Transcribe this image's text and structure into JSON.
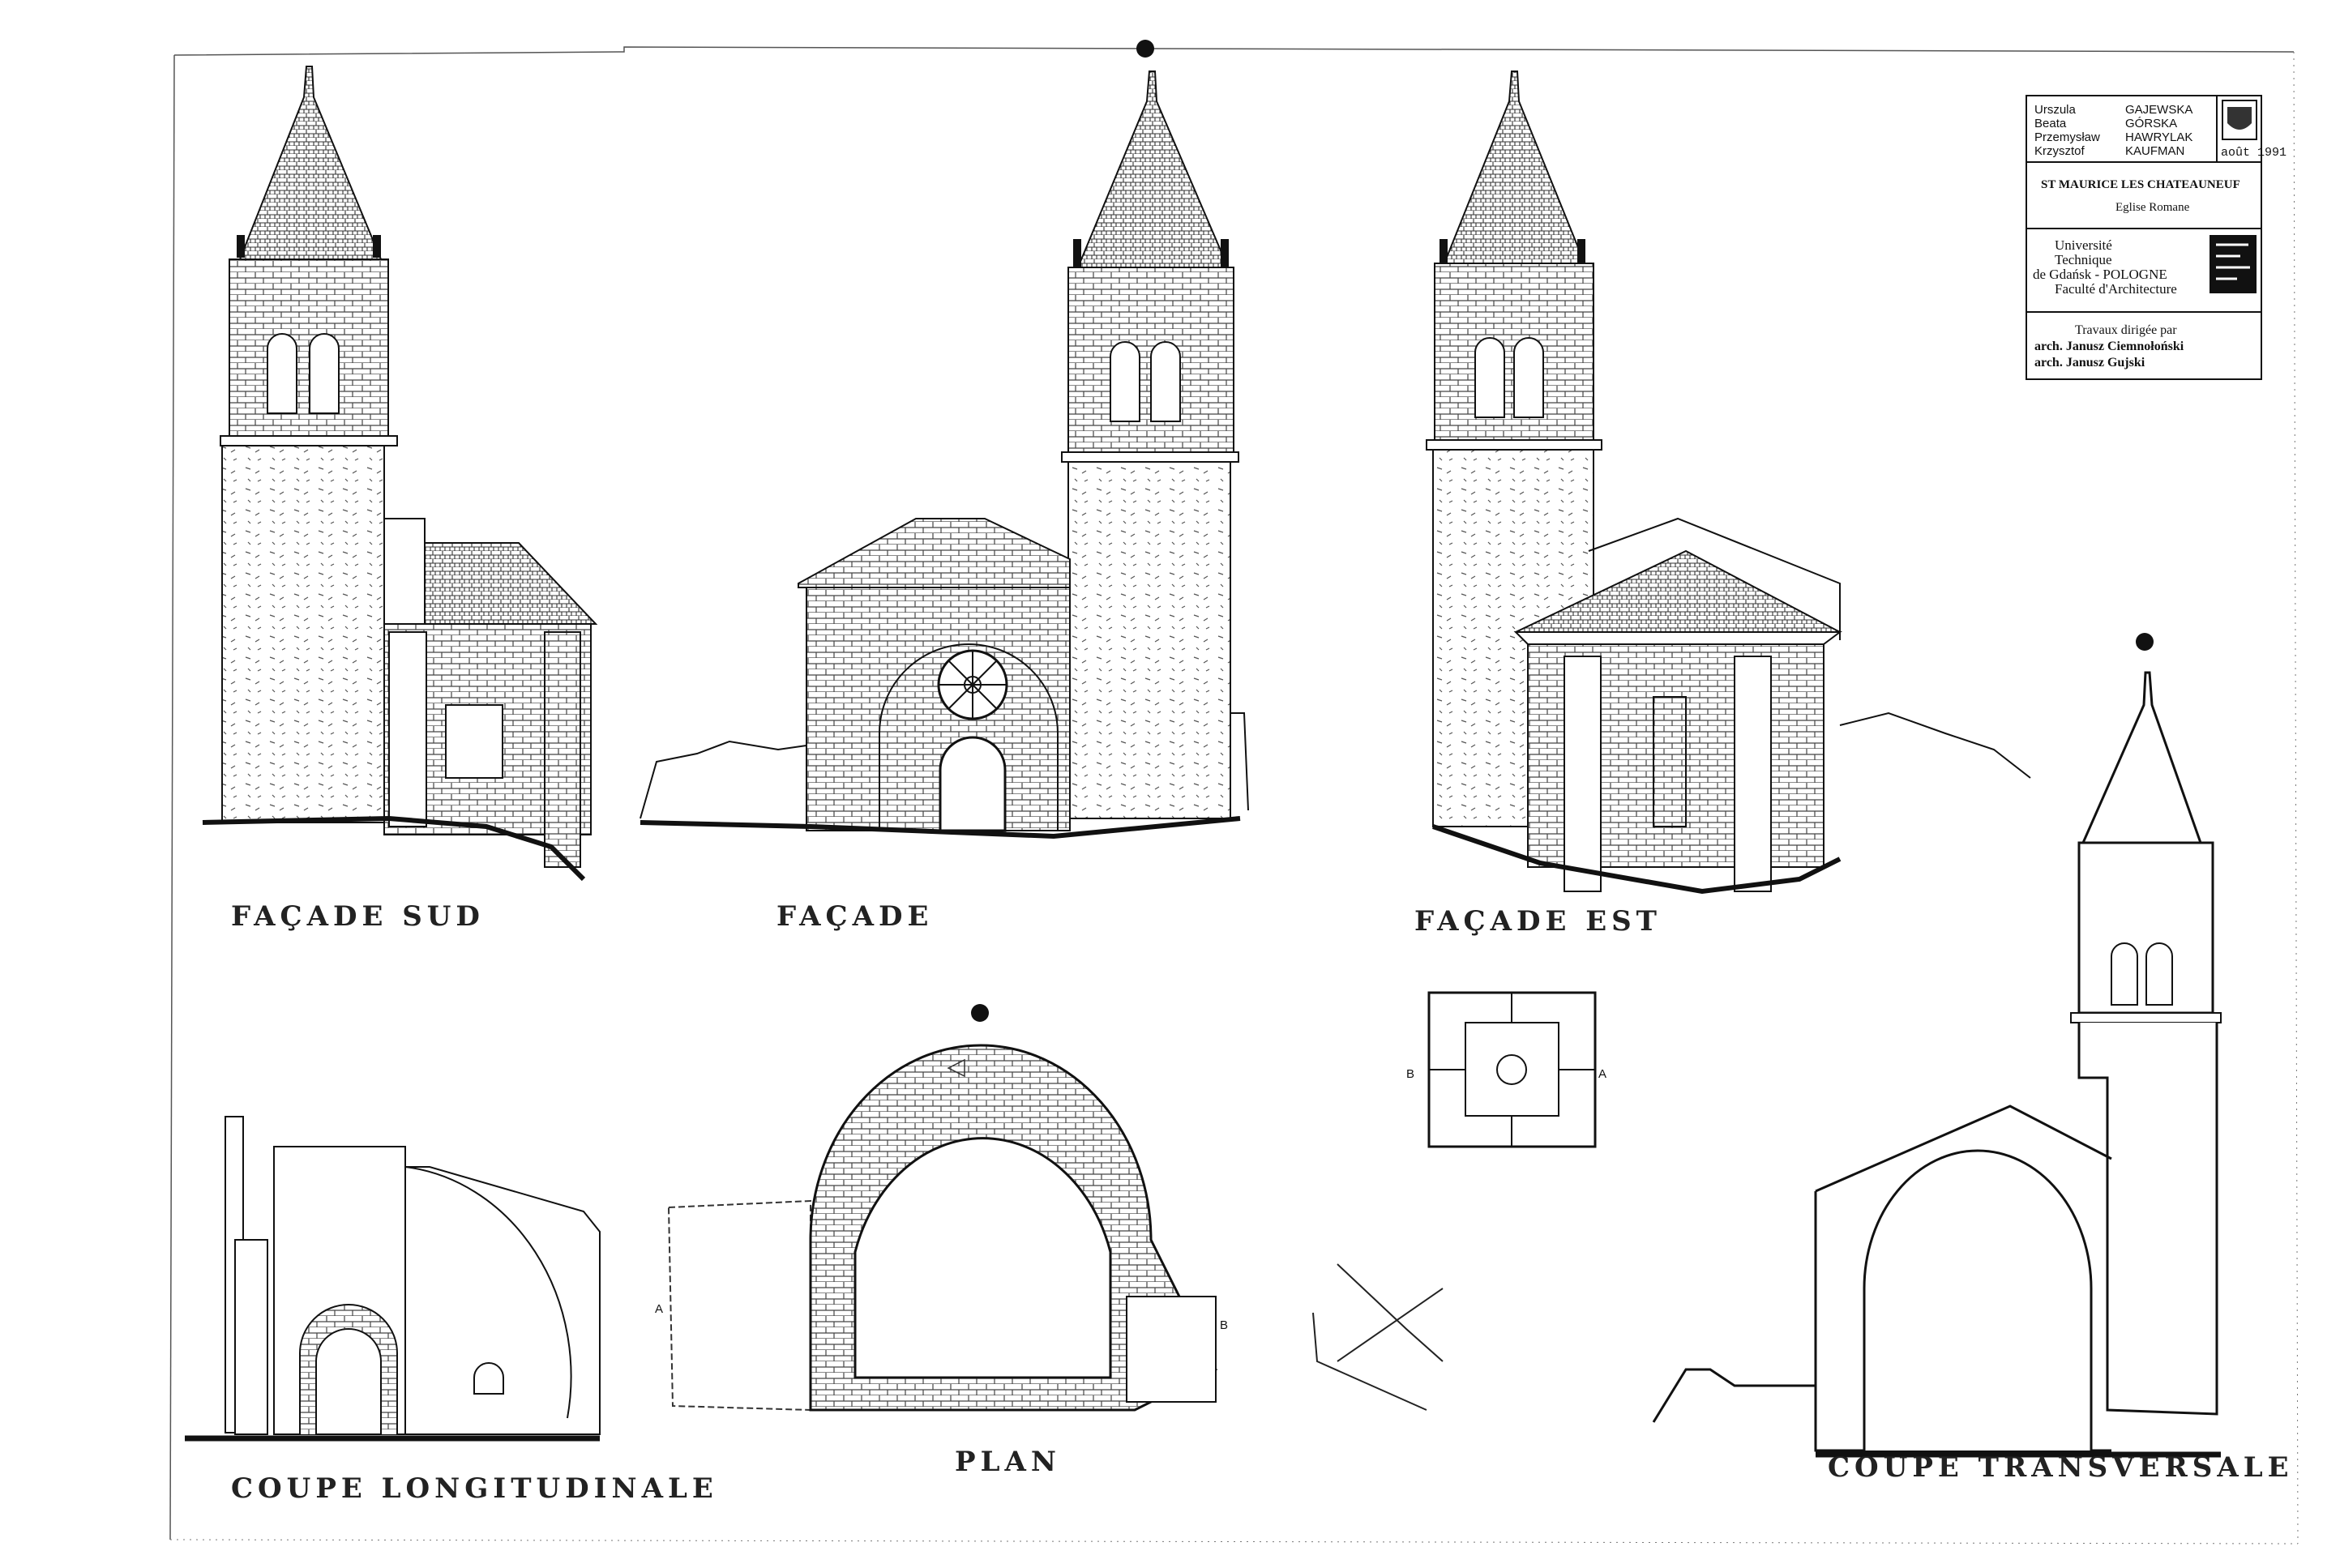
{
  "title_block": {
    "authors": [
      {
        "first": "Urszula",
        "last": "GAJEWSKA"
      },
      {
        "first": "Beata",
        "last": "GÓRSKA"
      },
      {
        "first": "Przemysław",
        "last": "HAWRYLAK"
      },
      {
        "first": "Krzysztof",
        "last": "KAUFMAN"
      }
    ],
    "date": "août 1991",
    "site": "ST MAURICE LES CHATEAUNEUF",
    "building": "Eglise Romane",
    "university": [
      "Université",
      "Technique",
      "de Gdańsk - POLOGNE",
      "Faculté d'Architecture"
    ],
    "directed_by": "Travaux dirigée par",
    "directors": [
      "arch. Janusz Ciemnołoński",
      "arch. Janusz Gujski"
    ]
  },
  "drawings": {
    "facade_sud": "FAÇADE SUD",
    "facade": "FAÇADE",
    "facade_est": "FAÇADE EST",
    "coupe_longitudinale": "COUPE LONGITUDINALE",
    "plan": "PLAN",
    "coupe_transversale": "COUPE TRANSVERSALE"
  },
  "plan_markers": {
    "a": "A",
    "b": "B"
  }
}
